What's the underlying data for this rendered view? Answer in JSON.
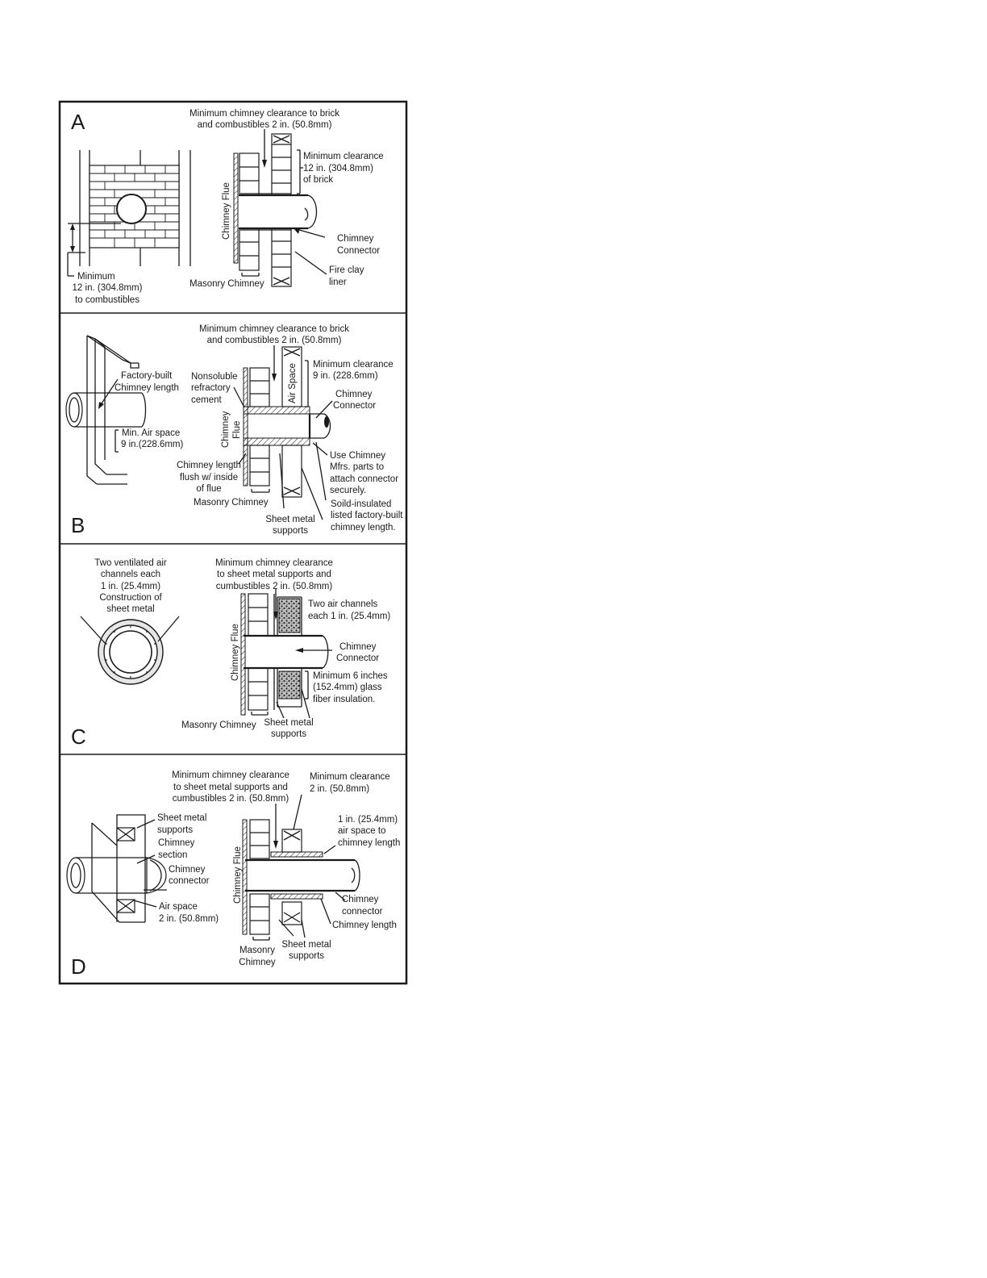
{
  "panels": {
    "a": {
      "letter": "A",
      "clearance_top": [
        "Minimum chimney clearance to brick",
        "and combustibles 2 in. (50.8mm)"
      ],
      "clearance_right": [
        "Minimum clearance",
        "12 in. (304.8mm)",
        "of brick"
      ],
      "flue": "Chimney Flue",
      "connector": [
        "Chimney",
        "Connector"
      ],
      "liner": [
        "Fire clay",
        "liner"
      ],
      "masonry": "Masonry Chimney",
      "min_left": [
        "Minimum",
        "12 in. (304.8mm)",
        "to combustibles"
      ]
    },
    "b": {
      "letter": "B",
      "clearance_top": [
        "Minimum chimney clearance to brick",
        "and combustibles 2 in. (50.8mm)"
      ],
      "clearance_right": [
        "Minimum clearance",
        "9 in. (228.6mm)"
      ],
      "air_space": "Air Space",
      "factory": [
        "Factory-built",
        "Chimney length"
      ],
      "nonsoluble": [
        "Nonsoluble",
        "refractory",
        "cement"
      ],
      "connector": [
        "Chimney",
        "Connector"
      ],
      "flue": [
        "Chimney",
        "Flue"
      ],
      "min_air": [
        "Min. Air space",
        "9 in.(228.6mm)"
      ],
      "flush": [
        "Chimney length",
        "flush w/ inside",
        "of flue"
      ],
      "use_mfrs": [
        "Use Chimney",
        "Mfrs. parts to",
        "attach connector",
        "securely."
      ],
      "masonry": "Masonry Chimney",
      "solid": [
        "Soild-insulated",
        "listed factory-built",
        "chimney length."
      ],
      "supports": [
        "Sheet metal",
        "supports"
      ]
    },
    "c": {
      "letter": "C",
      "two_vent": [
        "Two ventilated air",
        "channels each",
        "1 in. (25.4mm)",
        "Construction of",
        "sheet metal"
      ],
      "clearance_top": [
        "Minimum chimney clearance",
        "to sheet metal supports and",
        "cumbustibles 2 in. (50.8mm)"
      ],
      "two_air": [
        "Two air channels",
        "each 1 in. (25.4mm)"
      ],
      "flue": "Chimney Flue",
      "connector": [
        "Chimney",
        "Connector"
      ],
      "min_six": [
        "Minimum 6 inches",
        "(152.4mm) glass",
        "fiber insulation."
      ],
      "masonry": "Masonry Chimney",
      "supports": [
        "Sheet metal",
        "supports"
      ]
    },
    "d": {
      "letter": "D",
      "clearance_top": [
        "Minimum chimney clearance",
        "to sheet metal supports and",
        "cumbustibles 2 in. (50.8mm)"
      ],
      "clearance_right": [
        "Minimum clearance",
        "2 in. (50.8mm)"
      ],
      "sm_supports": [
        "Sheet metal",
        "supports"
      ],
      "section": [
        "Chimney",
        "section"
      ],
      "left_connector": [
        "Chimney",
        "connector"
      ],
      "air_space": [
        "Air space",
        "2 in. (50.8mm)"
      ],
      "one_in": [
        "1 in. (25.4mm)",
        "air space to",
        "chimney length"
      ],
      "flue": "Chimney Flue",
      "connector": [
        "Chimney",
        "connector"
      ],
      "length": "Chimney length",
      "masonry": [
        "Masonry",
        "Chimney"
      ],
      "supports": [
        "Sheet metal",
        "supports"
      ]
    }
  }
}
